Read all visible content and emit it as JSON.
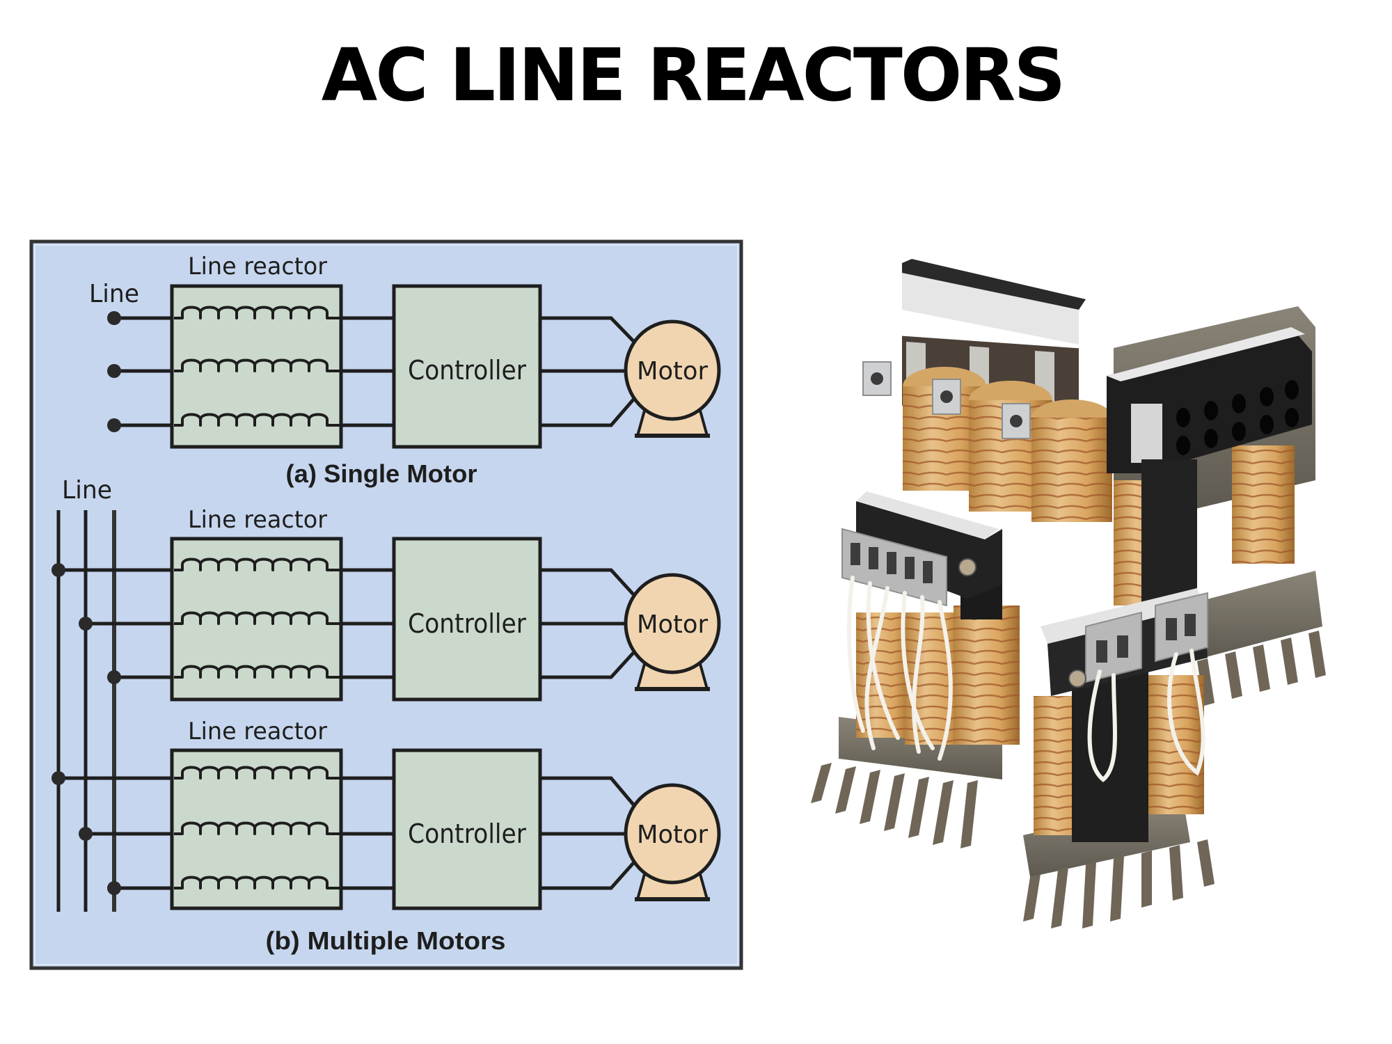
{
  "slide": {
    "title": "AC LINE REACTORS"
  },
  "diagram": {
    "colors": {
      "panel_background": "#c6d6ee",
      "panel_border": "#333333",
      "box_fill": "#cbd9cd",
      "motor_fill": "#f0d5b0",
      "line": "#1e1e1e"
    },
    "single_motor": {
      "line_label": "Line",
      "reactor_label": "Line reactor",
      "controller_label": "Controller",
      "motor_label": "Motor",
      "caption": "(a) Single Motor"
    },
    "multiple_motors": {
      "line_label": "Line",
      "branches": [
        {
          "reactor_label": "Line reactor",
          "controller_label": "Controller",
          "motor_label": "Motor"
        },
        {
          "reactor_label": "Line reactor",
          "controller_label": "Controller",
          "motor_label": "Motor"
        }
      ],
      "caption": "(b) Multiple Motors"
    }
  },
  "photo": {
    "subject": "three-phase and single-phase AC line reactor units with copper coils, terminal blocks and mounting brackets"
  }
}
